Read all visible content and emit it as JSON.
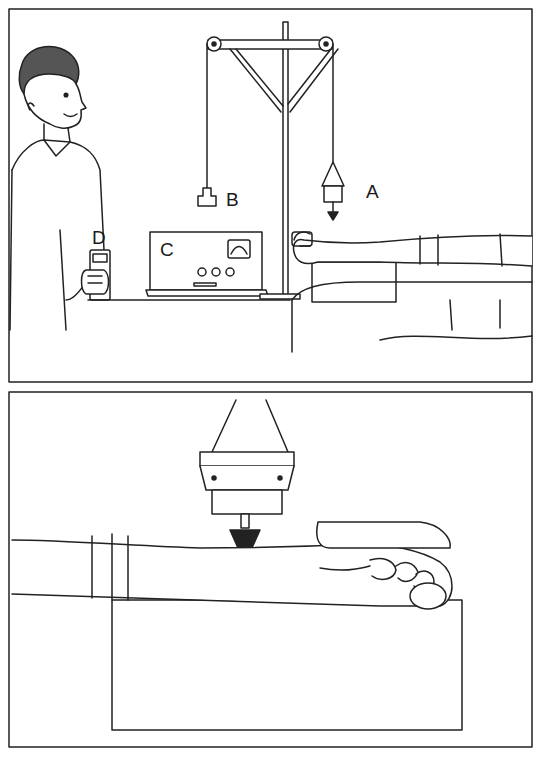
{
  "diagram": {
    "labels": [
      "B",
      "A",
      "C",
      "D"
    ]
  }
}
